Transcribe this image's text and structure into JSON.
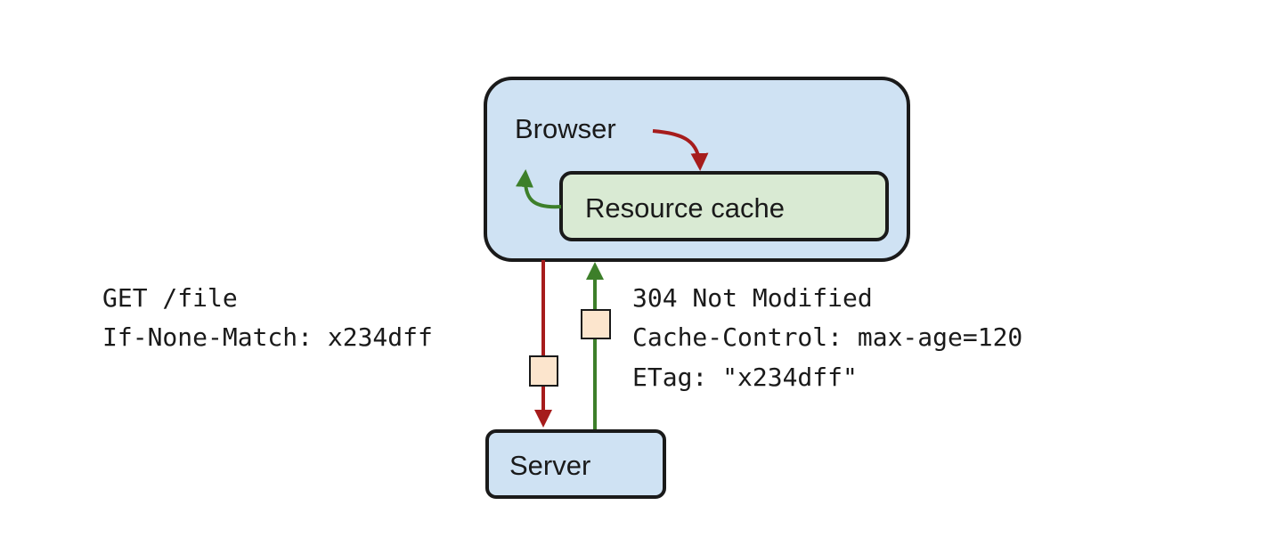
{
  "browser": {
    "label": "Browser",
    "cache_label": "Resource cache"
  },
  "server": {
    "label": "Server"
  },
  "request": {
    "lines": [
      "GET /file",
      "If-None-Match: x234dff"
    ]
  },
  "response": {
    "lines": [
      "304 Not Modified",
      "Cache-Control: max-age=120",
      "ETag: \"x234dff\""
    ]
  },
  "colors": {
    "browser_fill": "#cfe2f3",
    "cache_fill": "#d9ead3",
    "server_fill": "#cfe2f3",
    "packet_fill": "#fce5cd",
    "request_arrow": "#a61c1c",
    "response_arrow": "#3d7f2a",
    "outline": "#1a1a1a"
  }
}
